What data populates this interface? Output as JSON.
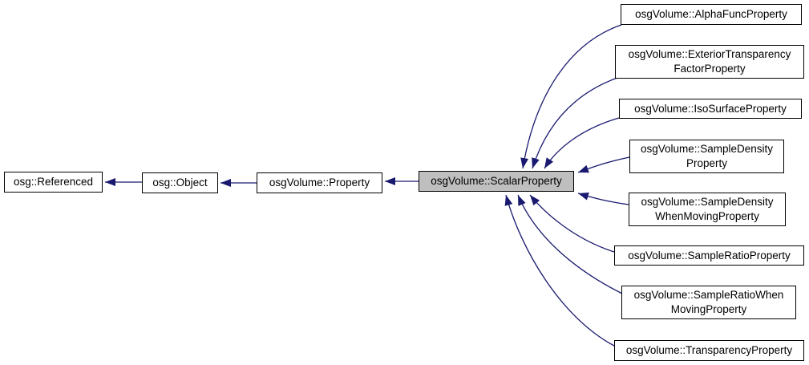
{
  "diagram": {
    "kind": "class-inheritance-graph",
    "background_color": "#ffffff",
    "edge_color": "#191970",
    "node_border_color": "#000000",
    "node_fill_color": "#ffffff",
    "selected_node_fill_color": "#bfbfbf",
    "nodes": {
      "referenced": {
        "label": "osg::Referenced"
      },
      "object": {
        "label": "osg::Object"
      },
      "property": {
        "label": "osgVolume::Property"
      },
      "scalar": {
        "label": "osgVolume::ScalarProperty",
        "selected": true
      },
      "alphafunc": {
        "label": "osgVolume::AlphaFuncProperty"
      },
      "exteriortransparency": {
        "label": "osgVolume::ExteriorTransparency\nFactorProperty"
      },
      "isosurface": {
        "label": "osgVolume::IsoSurfaceProperty"
      },
      "sampledensity": {
        "label": "osgVolume::SampleDensity\nProperty"
      },
      "sampledensitywhenmoving": {
        "label": "osgVolume::SampleDensity\nWhenMovingProperty"
      },
      "sampleratio": {
        "label": "osgVolume::SampleRatioProperty"
      },
      "sampleratiowhenmoving": {
        "label": "osgVolume::SampleRatioWhen\nMovingProperty"
      },
      "transparency": {
        "label": "osgVolume::TransparencyProperty"
      }
    },
    "edges": [
      {
        "from": "object",
        "to": "referenced"
      },
      {
        "from": "property",
        "to": "object"
      },
      {
        "from": "scalar",
        "to": "property"
      },
      {
        "from": "alphafunc",
        "to": "scalar"
      },
      {
        "from": "exteriortransparency",
        "to": "scalar"
      },
      {
        "from": "isosurface",
        "to": "scalar"
      },
      {
        "from": "sampledensity",
        "to": "scalar"
      },
      {
        "from": "sampledensitywhenmoving",
        "to": "scalar"
      },
      {
        "from": "sampleratio",
        "to": "scalar"
      },
      {
        "from": "sampleratiowhenmoving",
        "to": "scalar"
      },
      {
        "from": "transparency",
        "to": "scalar"
      }
    ]
  }
}
